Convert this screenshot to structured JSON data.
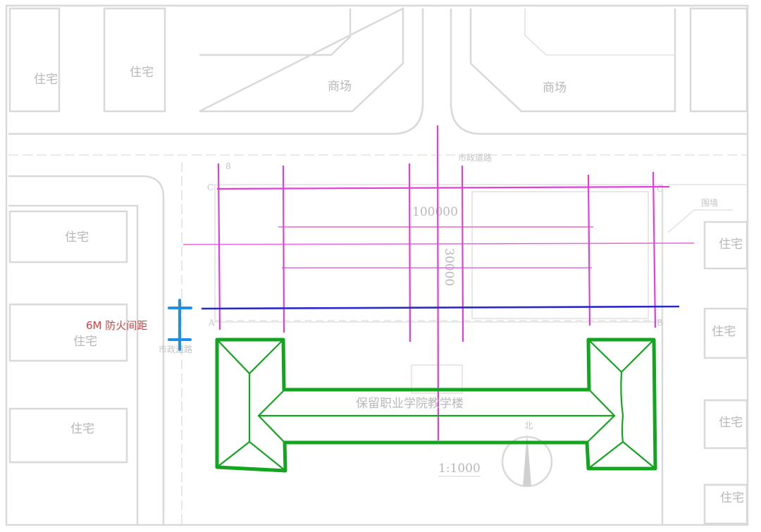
{
  "zones": {
    "residential_label": "住宅",
    "commercial_label": "商场"
  },
  "roads": {
    "top_road": "市政道路",
    "left_road": "市政道路"
  },
  "annotations": {
    "wall": "围墙",
    "dimension_width": "100000",
    "dimension_height": "30000",
    "scale": "1:1000",
    "north": "北"
  },
  "axes": {
    "a": "A",
    "b": "B",
    "c1": "C",
    "c2": "C",
    "num8": "8"
  },
  "building": {
    "name": "保留职业学院教学楼"
  },
  "markup": {
    "fire_distance": "6M 防火间距",
    "fire_color": "#e23b3b",
    "marker_color": "#1e90e6",
    "grid_color": "#e040d8",
    "boundary_color": "#2a2ac8",
    "building_color": "#13a51f"
  }
}
